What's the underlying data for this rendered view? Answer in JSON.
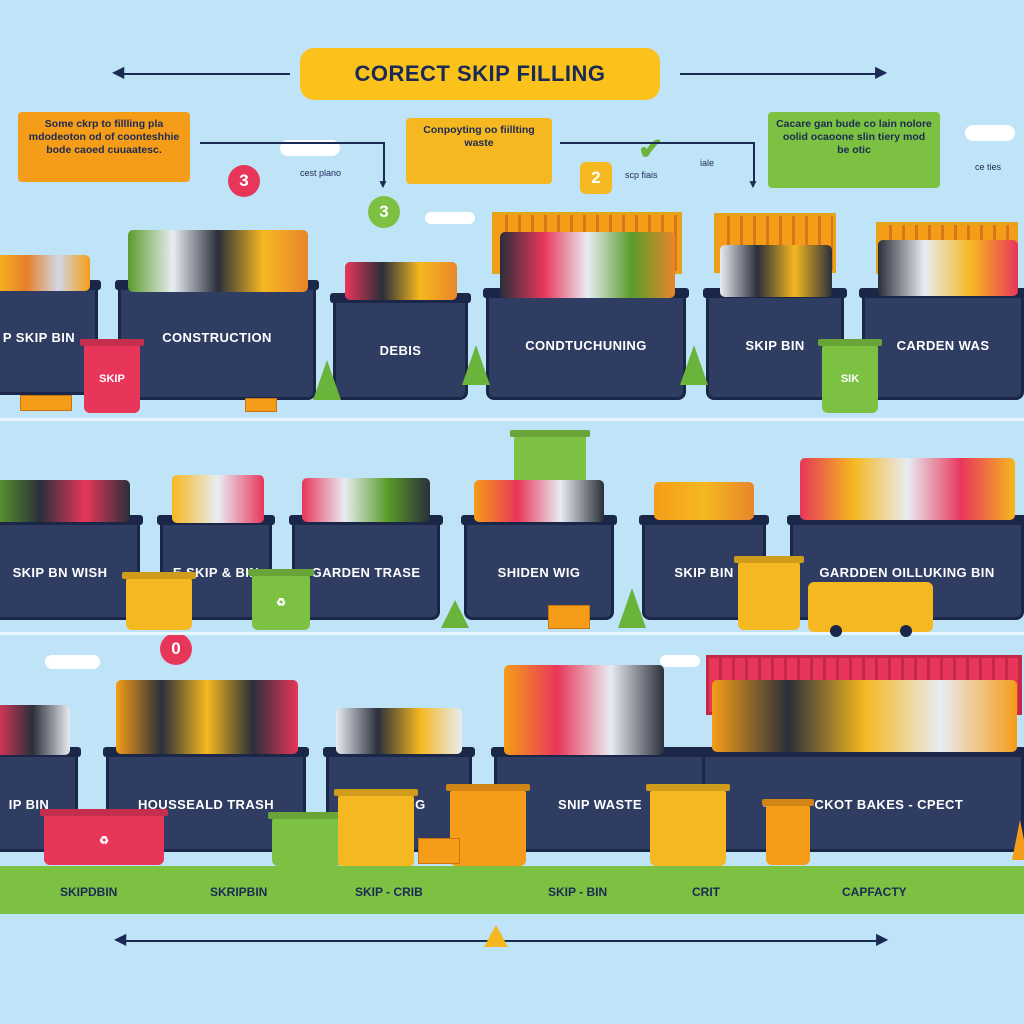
{
  "title": "CORECT SKIP FILLING",
  "callouts": [
    {
      "text": "Some ckrp to fillling pla mdodeoton od of coonteshhie bode caoed cuuaatesc."
    },
    {
      "text": "Conpoyting oo fiillting waste"
    },
    {
      "text": "Cacare gan bude co lain nolore oolid ocaoone slin tiery mod be otic"
    }
  ],
  "steps": [
    "3",
    "3",
    "2",
    "0"
  ],
  "notes": [
    "cest plano",
    "scp fiais",
    "iale",
    "ce ties"
  ],
  "rows": [
    {
      "skips": [
        {
          "label": "P SKIP BIN"
        },
        {
          "label": "CONSTRUCTION"
        },
        {
          "label": "DEBIS"
        },
        {
          "label": "CONDTUCHUNING"
        },
        {
          "label": "SKIP BIN"
        },
        {
          "label": "CARDEN WAS"
        }
      ],
      "bins": [
        {
          "label": "SKIP"
        },
        {
          "label": "SIK"
        }
      ]
    },
    {
      "skips": [
        {
          "label": "SKIP BN WISH"
        },
        {
          "label": "E SKIP & BIN"
        },
        {
          "label": "GARDEN TRASE"
        },
        {
          "label": "SHIDEN WIG"
        },
        {
          "label": "SKIP BIN"
        },
        {
          "label": "GARDDEN OILLUKING BIN"
        }
      ]
    },
    {
      "skips": [
        {
          "label": "IP BIN"
        },
        {
          "label": "HOUSSEALD TRASH"
        },
        {
          "label": "SIE WIG"
        },
        {
          "label": "SNIP WASTE"
        },
        {
          "label": "- EMC - CKOT BAKES - CPECT"
        }
      ]
    }
  ],
  "bottom_labels": [
    "SKIPDBIN",
    "SKRIPBIN",
    "SKIP - CRIB",
    "SKIP - BIN",
    "CRIT",
    "CAPFACTY"
  ],
  "colors": {
    "sky": "#bfe3f7",
    "skip": "#2f3d63",
    "accent_yellow": "#fbc21b",
    "accent_orange": "#f59d18",
    "accent_green": "#7cc142",
    "accent_red": "#e8365a"
  }
}
